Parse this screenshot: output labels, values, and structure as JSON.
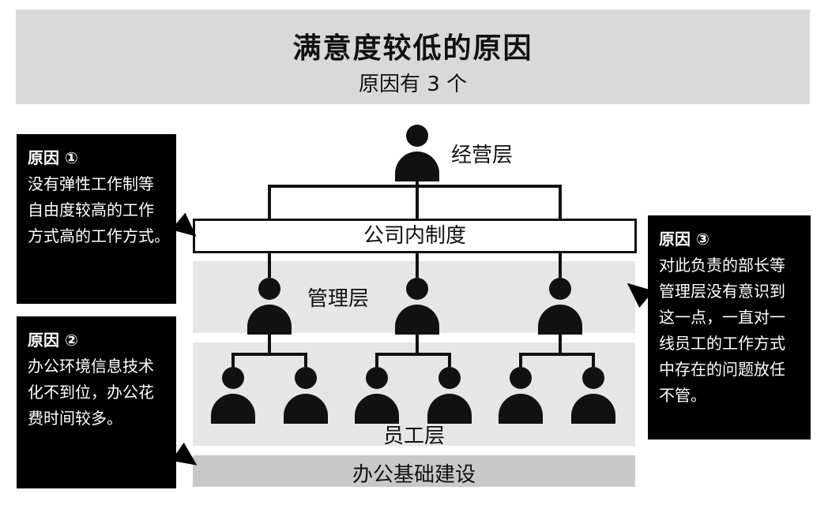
{
  "header": {
    "title": "满意度较低的原因",
    "subtitle": "原因有 3 个"
  },
  "layers": {
    "executive": "经营层",
    "system": "公司内制度",
    "management": "管理层",
    "staff": "员工层",
    "infrastructure": "办公基础建设"
  },
  "reasons": [
    {
      "title": "原因 ①",
      "lines": [
        "没有弹性工作制等",
        "自由度较高的工作",
        "方式高的工作方式。"
      ]
    },
    {
      "title": "原因 ②",
      "lines": [
        "办公环境信息技术",
        "化不到位，办公花",
        "费时间较多。"
      ]
    },
    {
      "title": "原因 ③",
      "lines": [
        "对此负责的部长等",
        "管理层没有意识到",
        "这一点，一直对一",
        "线员工的工作方式",
        "中存在的问题放任",
        "不管。"
      ]
    }
  ],
  "colors": {
    "header_bg": "#d9d9d9",
    "band_bg": "#e6e6e6",
    "infra_bg": "#c8c8c8",
    "callout_bg": "#000000",
    "callout_text": "#ffffff"
  },
  "icons": [
    "person-icon"
  ]
}
